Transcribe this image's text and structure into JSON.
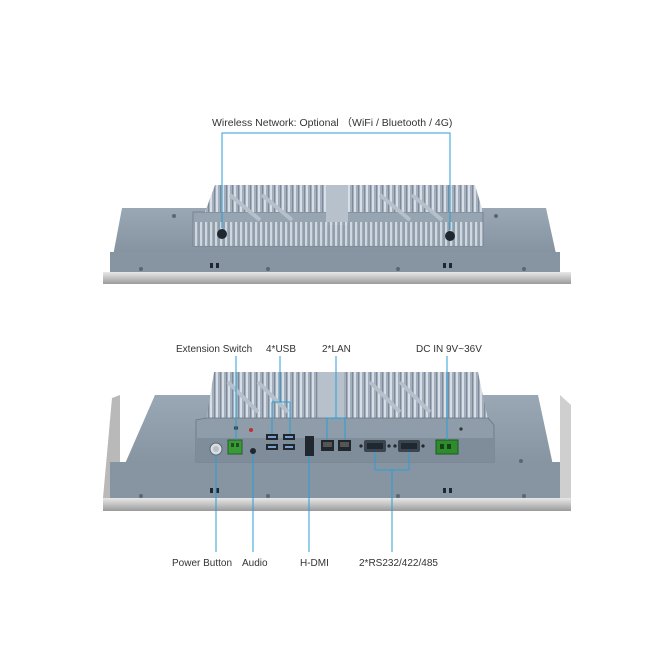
{
  "top_view": {
    "callout": "Wireless Network: Optional （WiFi / Bluetooth / 4G)"
  },
  "side_view": {
    "callouts": {
      "extension_switch": "Extension Switch",
      "usb": "4*USB",
      "lan": "2*LAN",
      "dc_in": "DC IN 9V~36V",
      "power_button": "Power Button",
      "audio": "Audio",
      "hdmi": "H-DMI",
      "serial": "2*RS232/422/485"
    }
  },
  "colors": {
    "callout_line": "#2a9fd8",
    "panel": "#8c9aa8",
    "heatsink": "#a6b2bf",
    "bezel": "#c9c9c9",
    "label_text": "#333333"
  }
}
